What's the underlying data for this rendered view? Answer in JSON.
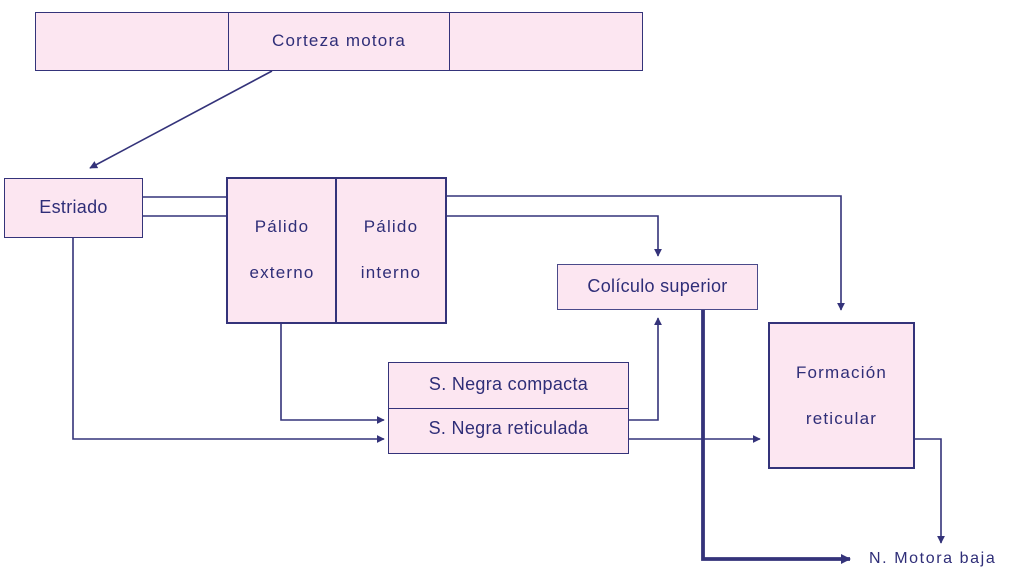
{
  "diagram": {
    "corteza": "Corteza motora",
    "estriado": "Estriado",
    "palido_externo": [
      "Pálido",
      "externo"
    ],
    "palido_interno": [
      "Pálido",
      "interno"
    ],
    "coliculo": "Colículo superior",
    "snc": "S. Negra compacta",
    "snr": "S. Negra reticulada",
    "formacion": [
      "Formación",
      "reticular"
    ],
    "motora_baja": "N. Motora baja"
  },
  "colors": {
    "box_fill": "#fce6f1",
    "stroke": "#34337a",
    "text": "#2f2e78"
  }
}
